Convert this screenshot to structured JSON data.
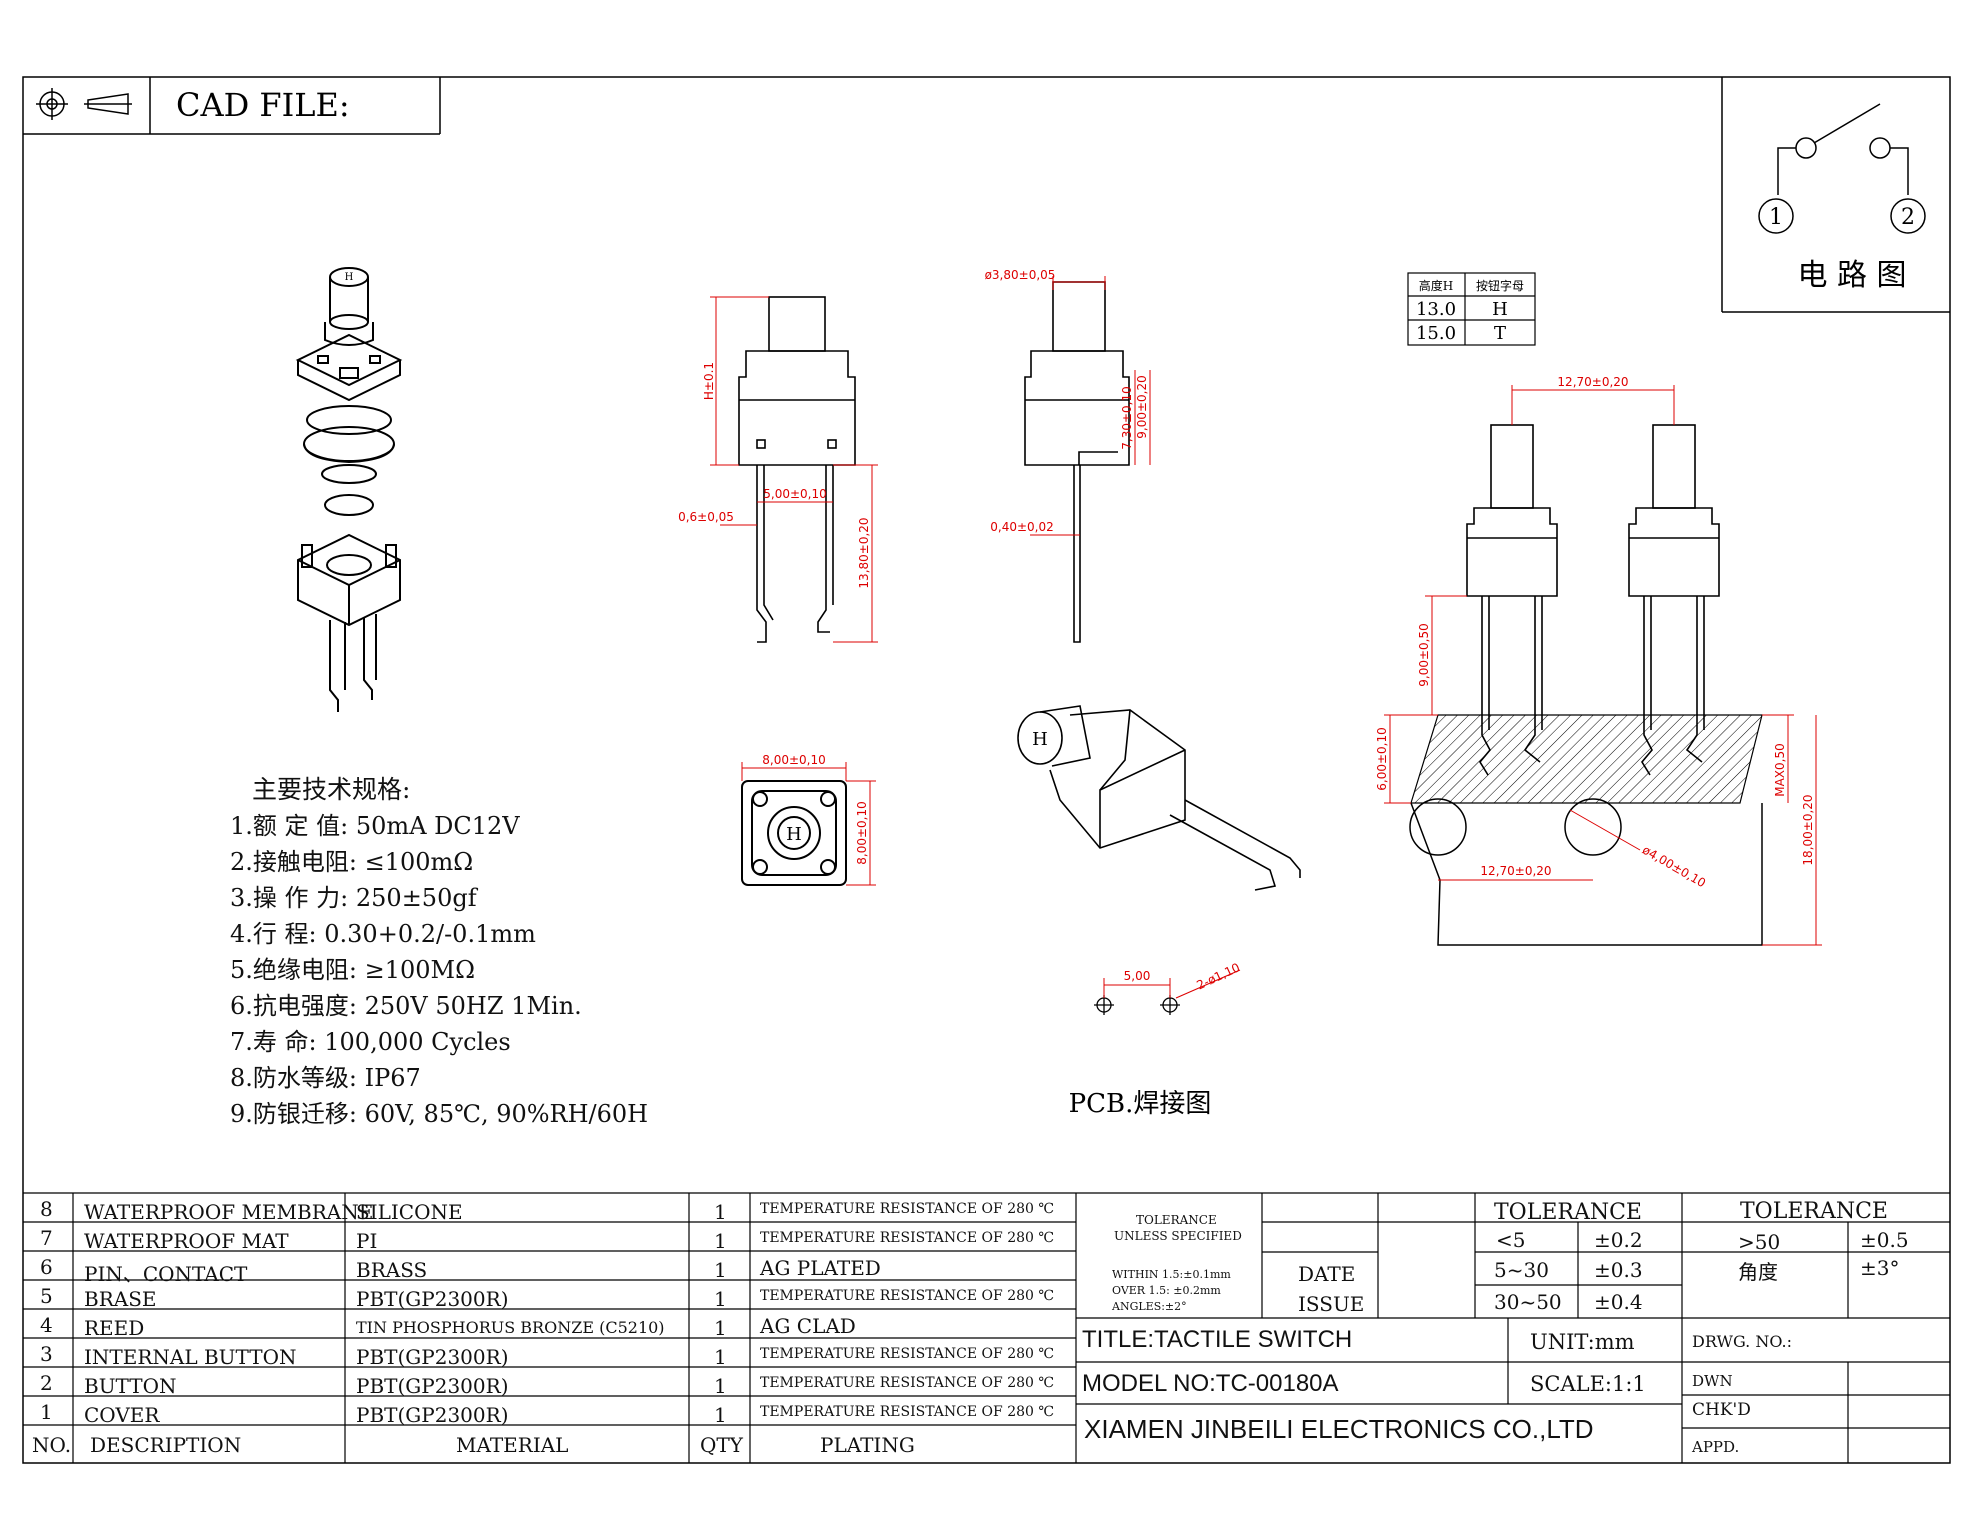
{
  "header": {
    "cad_file_label": "CAD FILE:"
  },
  "circuit": {
    "title": "电 路 图",
    "pin1": "1",
    "pin2": "2"
  },
  "height_table": {
    "col1": "高度H",
    "col2": "按钮字母",
    "rows": [
      {
        "h": "13.0",
        "letter": "H"
      },
      {
        "h": "15.0",
        "letter": "T"
      }
    ]
  },
  "dimensions": {
    "h01": "H±0.1",
    "w500": "5,00±0,10",
    "pin06": "0,6±0,05",
    "len1380": "13,80±0,20",
    "dia380": "ø3,80±0,05",
    "h730": "7,30±0,10",
    "h900": "9,00±0,20",
    "t040": "0,40±0,02",
    "w800": "8,00±0,10",
    "h800": "8,00±0,10",
    "pitch1270_top": "12,70±0,20",
    "h900_50": "9,00±0,50",
    "h600": "6,00±0,10",
    "max050": "MAX0,50",
    "h1800": "18,00±0,20",
    "pitch1270_bottom": "12,70±0,20",
    "dia400": "ø4,00±0,10",
    "pcb500": "5,00",
    "pcb_holes": "2-ø1,10",
    "button_letter": "H"
  },
  "pcb_label": "PCB.焊接图",
  "specs": {
    "title": "主要技术规格:",
    "items": [
      {
        "label": "1.额 定 值:",
        "value": "50mA DC12V"
      },
      {
        "label": "2.接触电阻:",
        "value": "≤100mΩ"
      },
      {
        "label": "3.操 作 力:",
        "value": "250±50gf"
      },
      {
        "label": "4.行    程:",
        "value": "0.30+0.2/-0.1mm"
      },
      {
        "label": "5.绝缘电阻:",
        "value": "≥100MΩ"
      },
      {
        "label": "6.抗电强度:",
        "value": "250V 50HZ 1Min."
      },
      {
        "label": "7.寿    命:",
        "value": "100,000 Cycles"
      },
      {
        "label": "8.防水等级:",
        "value": "IP67"
      },
      {
        "label": "9.防银迁移:",
        "value": "60V, 85℃, 90%RH/60H"
      }
    ]
  },
  "bom": {
    "headers": {
      "no": "NO.",
      "desc": "DESCRIPTION",
      "material": "MATERIAL",
      "qty": "QTY",
      "plating": "PLATING"
    },
    "rows": [
      {
        "no": "8",
        "desc": "WATERPROOF MEMBRANE",
        "material": "SILICONE",
        "qty": "1",
        "plating": "TEMPERATURE RESISTANCE OF 280 ℃"
      },
      {
        "no": "7",
        "desc": "WATERPROOF MAT",
        "material": "PI",
        "qty": "1",
        "plating": "TEMPERATURE RESISTANCE OF 280 ℃"
      },
      {
        "no": "6",
        "desc": "PIN、CONTACT",
        "material": "BRASS",
        "qty": "1",
        "plating": "AG PLATED"
      },
      {
        "no": "5",
        "desc": "BRASE",
        "material": "PBT(GP2300R)",
        "qty": "1",
        "plating": "TEMPERATURE RESISTANCE OF 280 ℃"
      },
      {
        "no": "4",
        "desc": "REED",
        "material": "TIN PHOSPHORUS BRONZE (C5210)",
        "qty": "1",
        "plating": "AG CLAD"
      },
      {
        "no": "3",
        "desc": "INTERNAL BUTTON",
        "material": "PBT(GP2300R)",
        "qty": "1",
        "plating": "TEMPERATURE RESISTANCE OF 280 ℃"
      },
      {
        "no": "2",
        "desc": "BUTTON",
        "material": "PBT(GP2300R)",
        "qty": "1",
        "plating": "TEMPERATURE RESISTANCE OF 280 ℃"
      },
      {
        "no": "1",
        "desc": "COVER",
        "material": "PBT(GP2300R)",
        "qty": "1",
        "plating": "TEMPERATURE RESISTANCE OF 280 ℃"
      }
    ]
  },
  "title_block": {
    "tolerance_unless_1": "TOLERANCE",
    "tolerance_unless_2": "UNLESS SPECIFIED",
    "within": "WITHIN 1.5:±0.1mm",
    "over": "OVER 1.5: ±0.2mm",
    "angles": "ANGLES:±2°",
    "date": "DATE",
    "issue": "ISSUE",
    "tol_head_1": "TOLERANCE",
    "tol_head_2": "TOLERANCE",
    "tol_rows": [
      {
        "range": "<5",
        "tol": "±0.2"
      },
      {
        "range": "5~30",
        "tol": "±0.3"
      },
      {
        "range": "30~50",
        "tol": "±0.4"
      }
    ],
    "tol_gt50": ">50",
    "tol_gt50_val": "±0.5",
    "angle_label": "角度",
    "angle_val": "±3°",
    "title": "TITLE:TACTILE SWITCH",
    "unit": "UNIT:mm",
    "drwg_no": "DRWG. NO.:",
    "model": "MODEL NO:TC-00180A",
    "scale": "SCALE:1:1",
    "dwn": "DWN",
    "chkd": "CHK'D",
    "company": "XIAMEN JINBEILI ELECTRONICS CO.,LTD",
    "appd": "APPD."
  }
}
